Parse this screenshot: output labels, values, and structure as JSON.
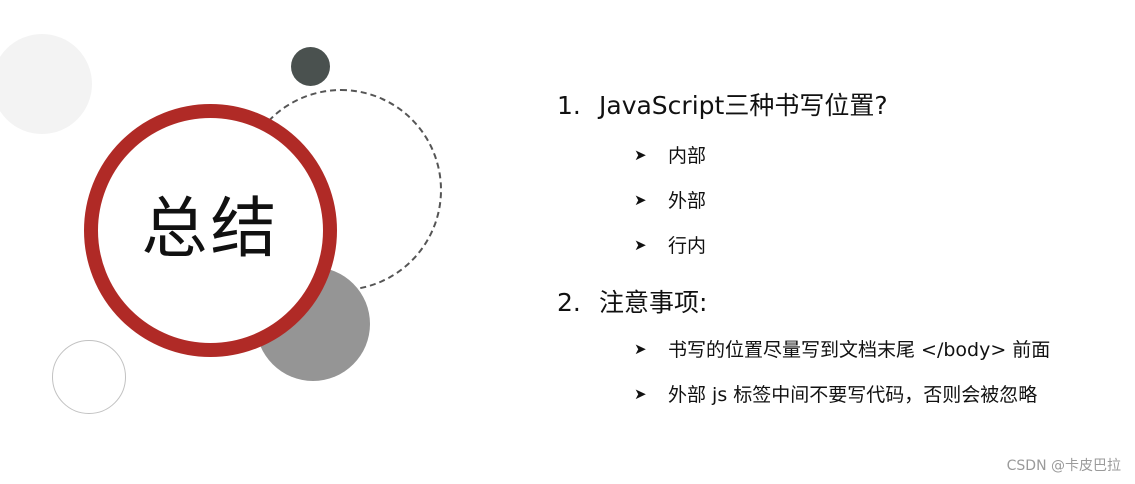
{
  "slide": {
    "title": "总结",
    "watermark": "CSDN @卡皮巴拉",
    "accent_color": "#b02a26",
    "sections": [
      {
        "number": "1.",
        "heading": "JavaScript三种书写位置?",
        "bullet_icon": "arrowhead-bullet-icon",
        "bullets": [
          "内部",
          "外部",
          "行内"
        ]
      },
      {
        "number": "2.",
        "heading": "注意事项:",
        "bullet_icon": "arrowhead-bullet-icon",
        "bullets": [
          "书写的位置尽量写到文档末尾 </body> 前面",
          "外部 js 标签中间不要写代码，否则会被忽略"
        ]
      }
    ]
  }
}
